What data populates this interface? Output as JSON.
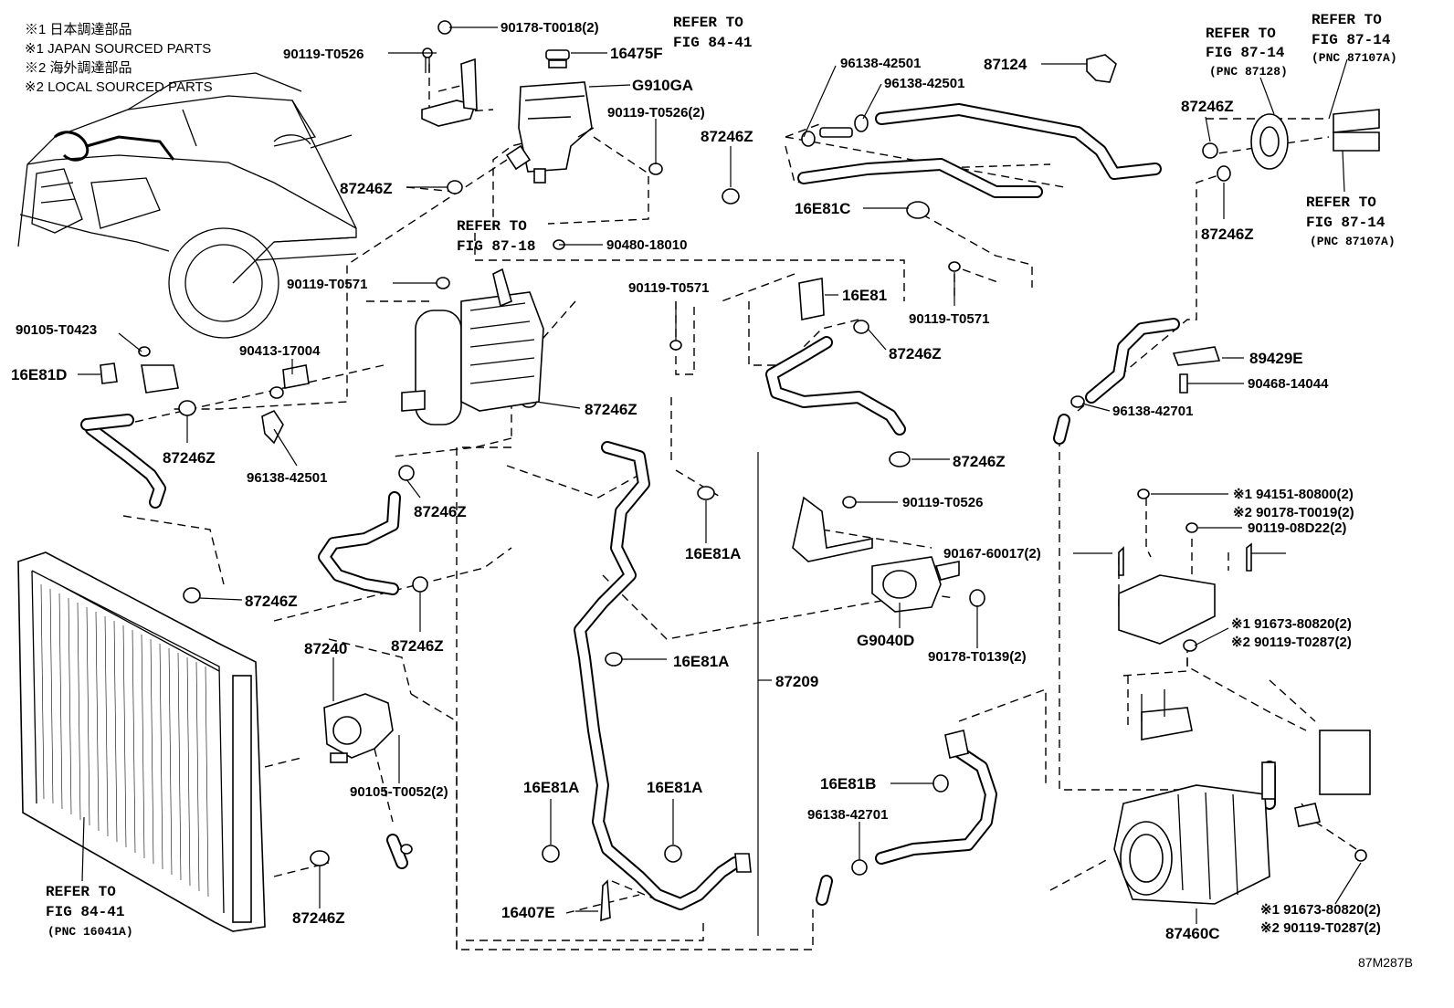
{
  "notes": [
    "※1 日本調達部品",
    "※1 JAPAN SOURCED PARTS",
    "※2 海外調達部品",
    "※2 LOCAL SOURCED PARTS"
  ],
  "diagram_code": "87M287B",
  "refs": {
    "fig8441_top": [
      "REFER TO",
      "FIG 84-41"
    ],
    "fig8714_a": [
      "REFER TO",
      "FIG 87-14",
      "(PNC 87128)"
    ],
    "fig8714_b": [
      "REFER TO",
      "FIG 87-14",
      "(PNC 87107A)"
    ],
    "fig8714_c": [
      "REFER TO",
      "FIG 87-14",
      "(PNC 87107A)"
    ],
    "fig8718": [
      "REFER TO",
      "FIG 87-18"
    ],
    "fig8441_bottom": [
      "REFER TO",
      "FIG 84-41",
      "(PNC 16041A)"
    ]
  },
  "labels": {
    "p90178_t0018": "90178-T0018(2)",
    "p16475f": "16475F",
    "pg910ga": "G910GA",
    "p90119_t0526_top": "90119-T0526",
    "p90119_t0526_2": "90119-T0526(2)",
    "p87246z_a": "87246Z",
    "p87246z_b": "87246Z",
    "p90480_18010": "90480-18010",
    "p96138_42501_a": "96138-42501",
    "p96138_42501_b": "96138-42501",
    "p87124": "87124",
    "p87246z_c": "87246Z",
    "p87246z_d": "87246Z",
    "p16e81c": "16E81C",
    "p90119_t0571_a": "90119-T0571",
    "p90119_t0571_b": "90119-T0571",
    "p90119_t0571_c": "90119-T0571",
    "p16e81": "16E81",
    "p87246z_e": "87246Z",
    "p90105_t0423": "90105-T0423",
    "p16e81d": "16E81D",
    "p90413_17004": "90413-17004",
    "p87246z_f": "87246Z",
    "p87246z_g": "87246Z",
    "p96138_42501_c": "96138-42501",
    "p89429e": "89429E",
    "p90468_14044": "90468-14044",
    "p96138_42701_a": "96138-42701",
    "p87246z_h": "87246Z",
    "p87246z_i": "87246Z",
    "p16e81a_a": "16E81A",
    "p90119_t0526_c": "90119-T0526",
    "p94151": "※1 94151-80800(2)",
    "p90178_t0019": "※2 90178-T0019(2)",
    "p90119_08d22": "90119-08D22(2)",
    "p90167_60017": "90167-60017(2)",
    "p87246z_j": "87246Z",
    "p87246z_k": "87246Z",
    "pg9040d": "G9040D",
    "p90178_t0139": "90178-T0139(2)",
    "p91673_a": "※1 91673-80820(2)",
    "p90119_t0287_a": "※2 90119-T0287(2)",
    "p87240": "87240",
    "p16e81a_b": "16E81A",
    "p87209": "87209",
    "p90105_t0052": "90105-T0052(2)",
    "p16e81a_c": "16E81A",
    "p16e81a_d": "16E81A",
    "p16e81b": "16E81B",
    "p96138_42701_b": "96138-42701",
    "p16407e": "16407E",
    "p87246z_l": "87246Z",
    "p87460c": "87460C",
    "p91673_b": "※1 91673-80820(2)",
    "p90119_t0287_b": "※2 90119-T0287(2)"
  }
}
